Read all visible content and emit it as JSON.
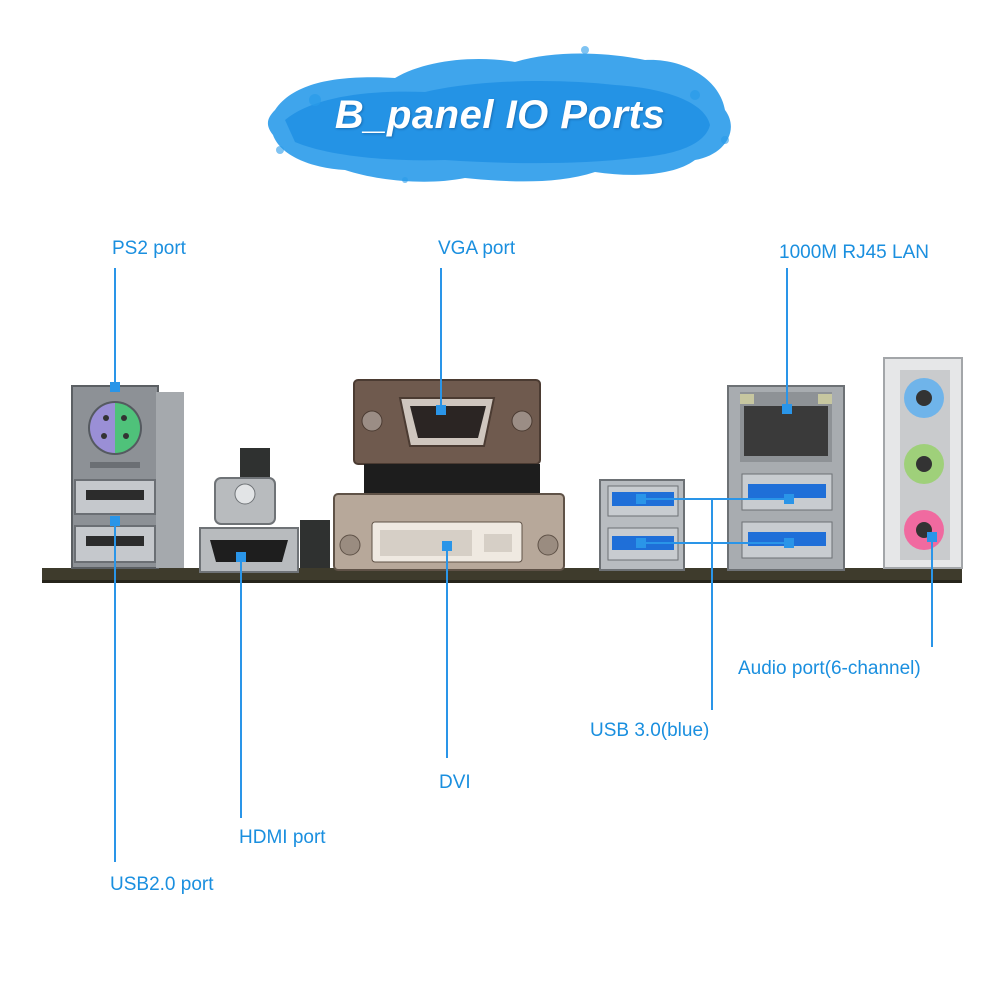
{
  "title": "B_panel IO Ports",
  "colors": {
    "accent": "#1a8fdf",
    "title_brush": "#2a9bea",
    "ps2_purple": "#9a8fd6",
    "ps2_green": "#4fc27a",
    "usb3_blue": "#1f6fd8",
    "audio_blue": "#6fb4ea",
    "audio_green": "#9fd07a",
    "audio_pink": "#f06aa0"
  },
  "labels": {
    "ps2": "PS2 port",
    "vga": "VGA port",
    "lan": "1000M RJ45 LAN",
    "audio": "Audio port(6-channel)",
    "usb3": "USB 3.0(blue)",
    "dvi": "DVI",
    "hdmi": "HDMI port",
    "usb2": "USB2.0 port"
  }
}
